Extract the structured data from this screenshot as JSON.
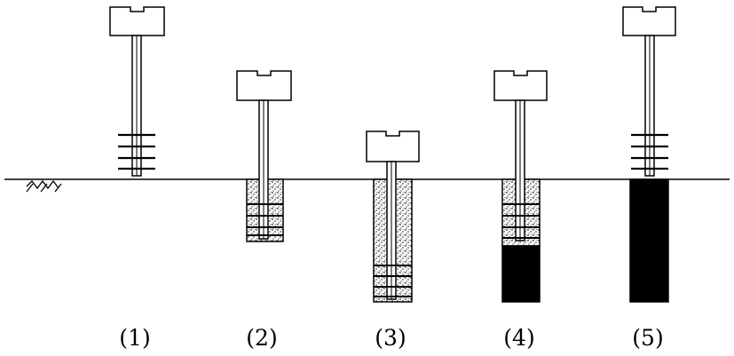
{
  "steps": [
    {
      "label": "(1)",
      "state": "positioned",
      "column_fill": "none",
      "blades": true
    },
    {
      "label": "(2)",
      "state": "drilling",
      "column_fill": "soil-cement",
      "blades": true
    },
    {
      "label": "(3)",
      "state": "full depth",
      "column_fill": "soil-cement",
      "blades": true
    },
    {
      "label": "(4)",
      "state": "lifting",
      "column_fill": "soil-cement over solid",
      "blades": true
    },
    {
      "label": "(5)",
      "state": "complete",
      "column_fill": "solid",
      "blades": true
    }
  ],
  "colors": {
    "line": "#000000",
    "background": "#ffffff",
    "solid_fill": "#000000"
  },
  "icons": [
    "ground-hatch-icon",
    "drilling-rig-icon",
    "stirring-blade-icon"
  ]
}
